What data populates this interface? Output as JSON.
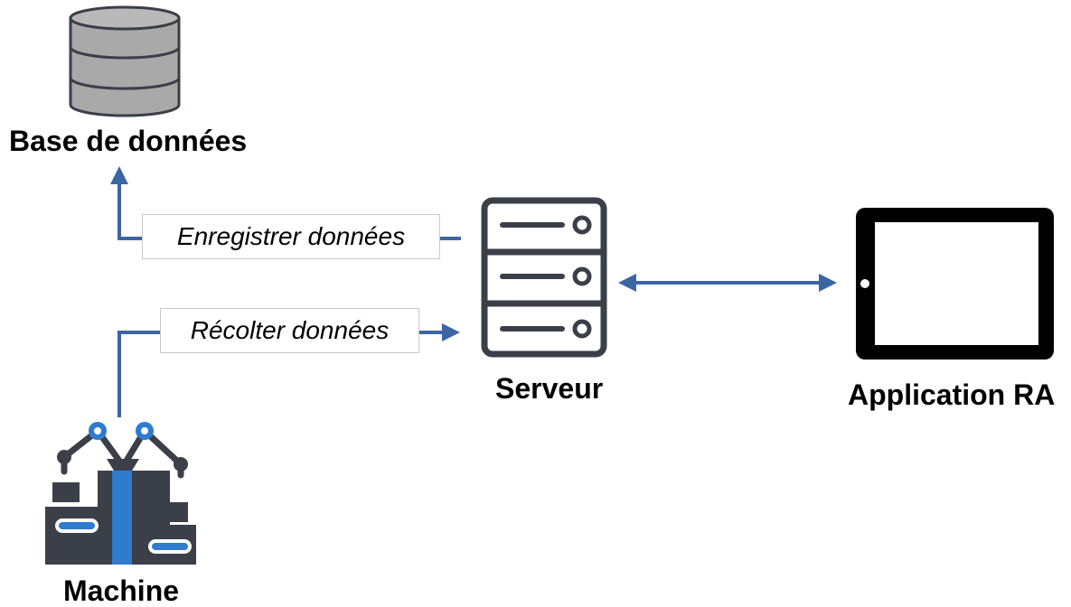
{
  "colors": {
    "connector": "#3b66a3",
    "icon_dark": "#3a3f48",
    "icon_blue": "#2f7bd0",
    "db_fill": "#a9a9a9"
  },
  "nodes": {
    "database": {
      "label": "Base de données",
      "icon": "database-icon"
    },
    "server": {
      "label": "Serveur",
      "icon": "server-icon"
    },
    "tablet": {
      "label": "Application RA",
      "icon": "tablet-icon"
    },
    "machine": {
      "label": "Machine",
      "icon": "robot-machine-icon"
    }
  },
  "edges": {
    "save": {
      "label": "Enregistrer données",
      "from": "Serveur",
      "to": "Base de données"
    },
    "collect": {
      "label": "Récolter données",
      "from": "Machine",
      "to": "Serveur"
    },
    "sync": {
      "from": "Serveur",
      "to": "Application RA",
      "bidirectional": true
    }
  }
}
